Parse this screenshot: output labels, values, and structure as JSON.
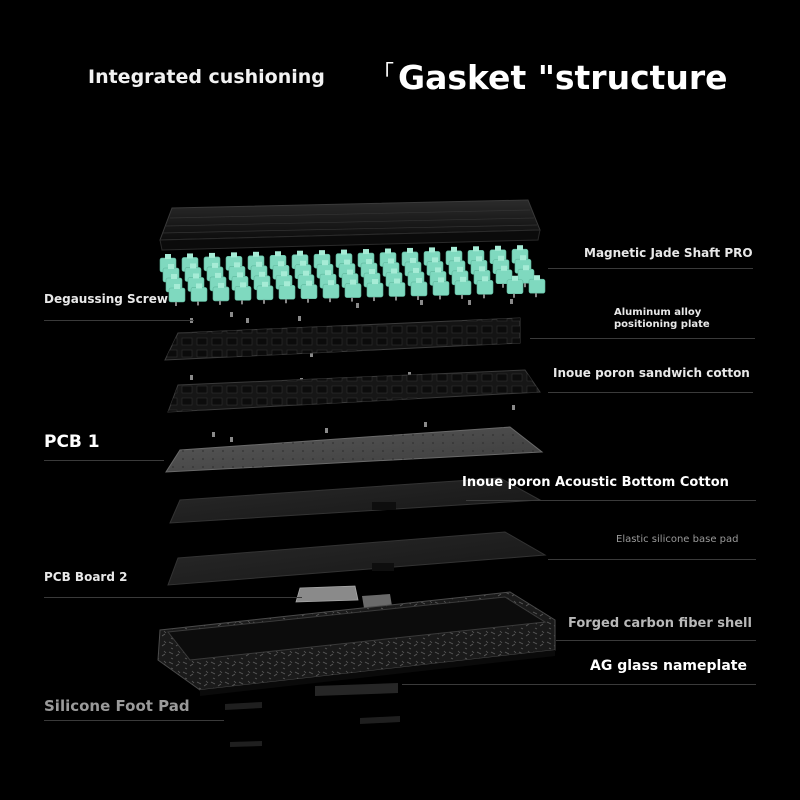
{
  "header": {
    "left": "Integrated cushioning",
    "bracket": "「",
    "right": "Gasket \"structure"
  },
  "labels": {
    "magnetic_shaft": "Magnetic Jade Shaft PRO",
    "degaussing_screw": "Degaussing Screw",
    "aluminum_line1": "Aluminum alloy",
    "aluminum_line2": "positioning plate",
    "sandwich_cotton": "Inoue poron sandwich cotton",
    "pcb1": "PCB 1",
    "acoustic_cotton": "Inoue poron Acoustic Bottom Cotton",
    "silicone_base": "Elastic silicone base pad",
    "pcb2": "PCB Board 2",
    "carbon_shell": "Forged carbon fiber shell",
    "nameplate": "AG glass nameplate",
    "foot_pad": "Silicone Foot Pad"
  },
  "colors": {
    "switch": "#7fd9bf",
    "plate": "#1e1e1e",
    "line": "#3a3a3a"
  }
}
